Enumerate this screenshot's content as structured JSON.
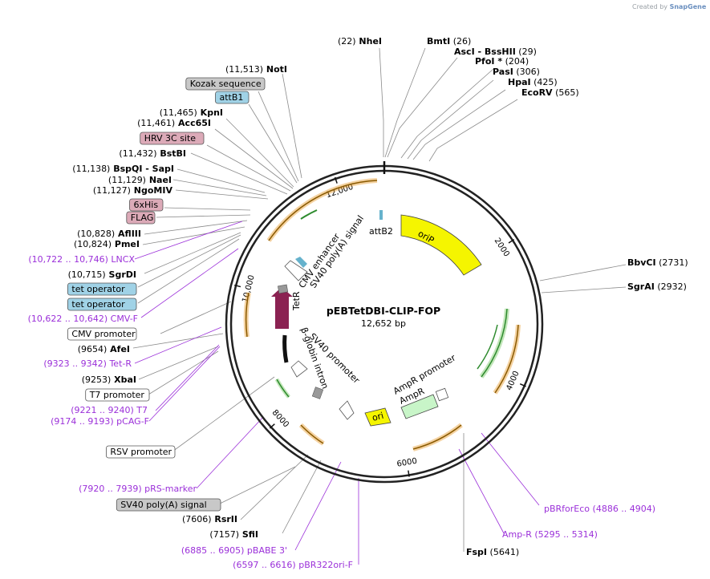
{
  "credit": {
    "created_by": "Created by",
    "app": "SnapGene"
  },
  "plasmid": {
    "name": "pEBTetDBI-CLIP-FOP",
    "length": "12,652 bp",
    "total_bp": 12652
  },
  "colors": {
    "line": "#8a8a8a",
    "primer": "#9b30d9",
    "oriP": "#f5f500",
    "ori": "#f5f500",
    "ampr": "#c8f5c8",
    "tetr": "#8b2252",
    "orange_arrow": "#e69b2f",
    "green_arrow": "#2e8b2e",
    "attB": "#66b2cc",
    "tag_pink": "#dcaab8",
    "tag_gray": "#c8c8c8",
    "tag_blue": "#a0d2e6"
  },
  "ticks": [
    {
      "label": "2000",
      "bp": 2000
    },
    {
      "label": "4000",
      "bp": 4000
    },
    {
      "label": "6000",
      "bp": 6000
    },
    {
      "label": "8000",
      "bp": 8000
    },
    {
      "label": "10,000",
      "bp": 10000
    },
    {
      "label": "12,000",
      "bp": 12000
    }
  ],
  "inner_labels": [
    {
      "key": "oriP",
      "text": "oriP"
    },
    {
      "key": "attB2",
      "text": "attB2"
    },
    {
      "key": "tetr",
      "text": "TetR"
    },
    {
      "key": "cmv",
      "text": "CMV enhancer"
    },
    {
      "key": "sv40pa",
      "text": "SV40 poly(A) signal"
    },
    {
      "key": "bglobin",
      "text": "β-globin intron"
    },
    {
      "key": "sv40p",
      "text": "SV40 promoter"
    },
    {
      "key": "amprp",
      "text": "AmpR promoter"
    },
    {
      "key": "ampr",
      "text": "AmpR"
    },
    {
      "key": "ori",
      "text": "ori"
    }
  ],
  "left_labels": [
    {
      "kind": "enzyme",
      "pos": "(11,513)",
      "name": "NotI"
    },
    {
      "kind": "feature",
      "name": "Kozak sequence",
      "style": "gray"
    },
    {
      "kind": "feature",
      "name": "attB1",
      "style": "blue"
    },
    {
      "kind": "enzyme",
      "pos": "(11,465)",
      "name": "KpnI"
    },
    {
      "kind": "enzyme",
      "pos": "(11,461)",
      "name": "Acc65I"
    },
    {
      "kind": "feature",
      "name": "HRV 3C site",
      "style": "pink"
    },
    {
      "kind": "enzyme",
      "pos": "(11,432)",
      "name": "BstBI"
    },
    {
      "kind": "enzyme",
      "pos": "(11,138)",
      "name": "BspQI",
      "extra": "- SapI"
    },
    {
      "kind": "enzyme",
      "pos": "(11,129)",
      "name": "NaeI"
    },
    {
      "kind": "enzyme",
      "pos": "(11,127)",
      "name": "NgoMIV"
    },
    {
      "kind": "feature",
      "name": "6xHis",
      "style": "pink"
    },
    {
      "kind": "feature",
      "name": "FLAG",
      "style": "pink"
    },
    {
      "kind": "enzyme",
      "pos": "(10,828)",
      "name": "AflIII"
    },
    {
      "kind": "enzyme",
      "pos": "(10,824)",
      "name": "PmeI"
    },
    {
      "kind": "primer",
      "pos": "(10,722 .. 10,746)",
      "name": "LNCX"
    },
    {
      "kind": "enzyme",
      "pos": "(10,715)",
      "name": "SgrDI"
    },
    {
      "kind": "feature",
      "name": "tet operator",
      "style": "blue"
    },
    {
      "kind": "feature",
      "name": "tet operator",
      "style": "blue"
    },
    {
      "kind": "primer",
      "pos": "(10,622 .. 10,642)",
      "name": "CMV-F"
    },
    {
      "kind": "feature",
      "name": "CMV promoter",
      "style": "white"
    },
    {
      "kind": "enzyme",
      "pos": "(9654)",
      "name": "AfeI"
    },
    {
      "kind": "primer",
      "pos": "(9323 .. 9342)",
      "name": "Tet-R"
    },
    {
      "kind": "enzyme",
      "pos": "(9253)",
      "name": "XbaI"
    },
    {
      "kind": "feature",
      "name": "T7 promoter",
      "style": "white"
    },
    {
      "kind": "primer",
      "pos": "(9221 .. 9240)",
      "name": "T7"
    },
    {
      "kind": "primer",
      "pos": "(9174 .. 9193)",
      "name": "pCAG-F"
    }
  ],
  "top_labels": [
    {
      "kind": "enzyme",
      "pos": "(22)",
      "name": "NheI",
      "pos_first": true
    },
    {
      "kind": "enzyme",
      "name": "BmtI",
      "pos": "(26)"
    },
    {
      "kind": "enzyme",
      "name": "AscI",
      "extra": "- BssHII",
      "pos": "(29)"
    },
    {
      "kind": "enzyme",
      "name": "PfoI *",
      "pos": "(204)"
    },
    {
      "kind": "enzyme",
      "name": "PasI",
      "pos": "(306)"
    },
    {
      "kind": "enzyme",
      "name": "HpaI",
      "pos": "(425)"
    },
    {
      "kind": "enzyme",
      "name": "EcoRV",
      "pos": "(565)"
    }
  ],
  "right_labels": [
    {
      "kind": "enzyme",
      "name": "BbvCI",
      "pos": "(2731)"
    },
    {
      "kind": "enzyme",
      "name": "SgrAI",
      "pos": "(2932)"
    }
  ],
  "bottom_labels": [
    {
      "kind": "feature",
      "name": "RSV promoter",
      "style": "white"
    },
    {
      "kind": "primer",
      "pos": "(7920 .. 7939)",
      "name": "pRS-marker"
    },
    {
      "kind": "feature",
      "name": "SV40 poly(A) signal",
      "style": "gray"
    },
    {
      "kind": "enzyme",
      "pos": "(7606)",
      "name": "RsrII"
    },
    {
      "kind": "enzyme",
      "pos": "(7157)",
      "name": "SfiI"
    },
    {
      "kind": "primer",
      "pos": "(6885 .. 6905)",
      "name": "pBABE 3'"
    },
    {
      "kind": "primer",
      "pos": "(6597 .. 6616)",
      "name": "pBR322ori-F"
    },
    {
      "kind": "primer",
      "name": "pBRforEco",
      "pos": "(4886 .. 4904)"
    },
    {
      "kind": "primer",
      "name": "Amp-R",
      "pos": "(5295 .. 5314)"
    },
    {
      "kind": "enzyme",
      "name": "FspI",
      "pos": "(5641)"
    }
  ]
}
